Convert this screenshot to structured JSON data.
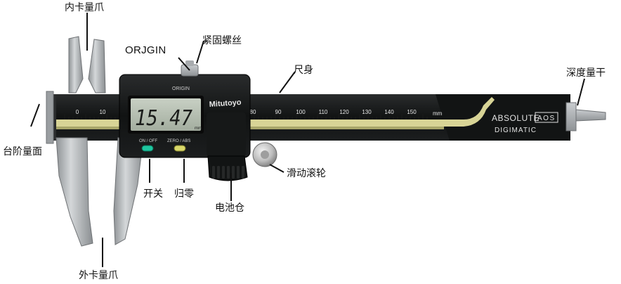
{
  "labels": {
    "inner_jaw": "内卡量爪",
    "origin_button": "ORJGIN",
    "lock_screw": "紧固螺丝",
    "main_beam": "尺身",
    "depth_rod": "深度量干",
    "step_face": "台阶量面",
    "thumb_roller": "滑动滚轮",
    "power_switch": "开关",
    "zero_set": "归零",
    "battery": "电池仓",
    "outer_jaw": "外卡量爪"
  },
  "caliper": {
    "display_reading": "15.47",
    "display_unit": "mm",
    "origin_text": "ORIGIN",
    "brand": "Mitutoyo",
    "button_left_text": "ON / OFF",
    "button_right_text": "ZERO / ABS",
    "scale_numbers": [
      "0",
      "10",
      "80",
      "90",
      "100",
      "110",
      "120",
      "130",
      "140",
      "150"
    ],
    "scale_unit": "mm",
    "absolute_text": "ABSOLUTE",
    "aos_text": "AOS",
    "digimatic_text": "DIGIMATIC",
    "battery_text": "",
    "colors": {
      "body": "#0d0f0f",
      "stripe": "#d8d496",
      "steel": "#b3b6b9",
      "lcd": "#b7c0b2",
      "button_left": "#1ec6a0",
      "button_right": "#d9d86a"
    }
  }
}
